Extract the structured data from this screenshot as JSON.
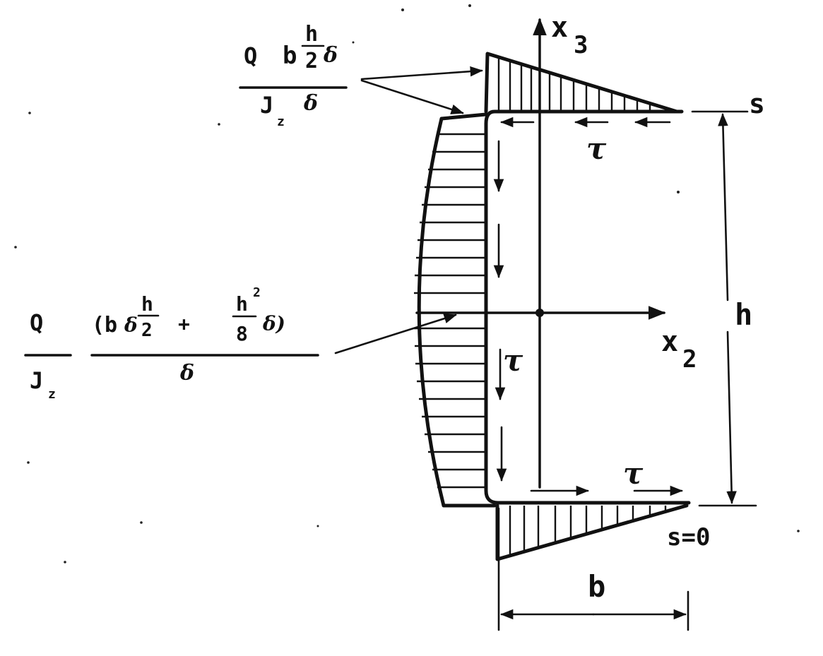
{
  "labels": {
    "axis_vertical": "x",
    "axis_vertical_sub": "3",
    "axis_horizontal": "x",
    "axis_horizontal_sub": "2",
    "coord_top": "s",
    "coord_bottom": "s=0",
    "tau_top": "τ",
    "tau_web": "τ",
    "tau_bottom": "τ",
    "height": "h",
    "width": "b"
  },
  "formula_flange": {
    "numerator_Q": "Q",
    "numerator_b": "b",
    "frac_h": "h",
    "frac_2": "2",
    "delta": "δ",
    "denominator_J": "J",
    "denominator_sub": "z",
    "denominator_delta": "δ"
  },
  "formula_web": {
    "Q": "Q",
    "J": "J",
    "J_sub": "z",
    "open": "(b",
    "delta1": "δ",
    "frac_h": "h",
    "frac_2": "2",
    "plus": "+",
    "h_sq": "h",
    "sq": "2",
    "eight": "8",
    "close": "δ)",
    "denominator": "δ"
  }
}
